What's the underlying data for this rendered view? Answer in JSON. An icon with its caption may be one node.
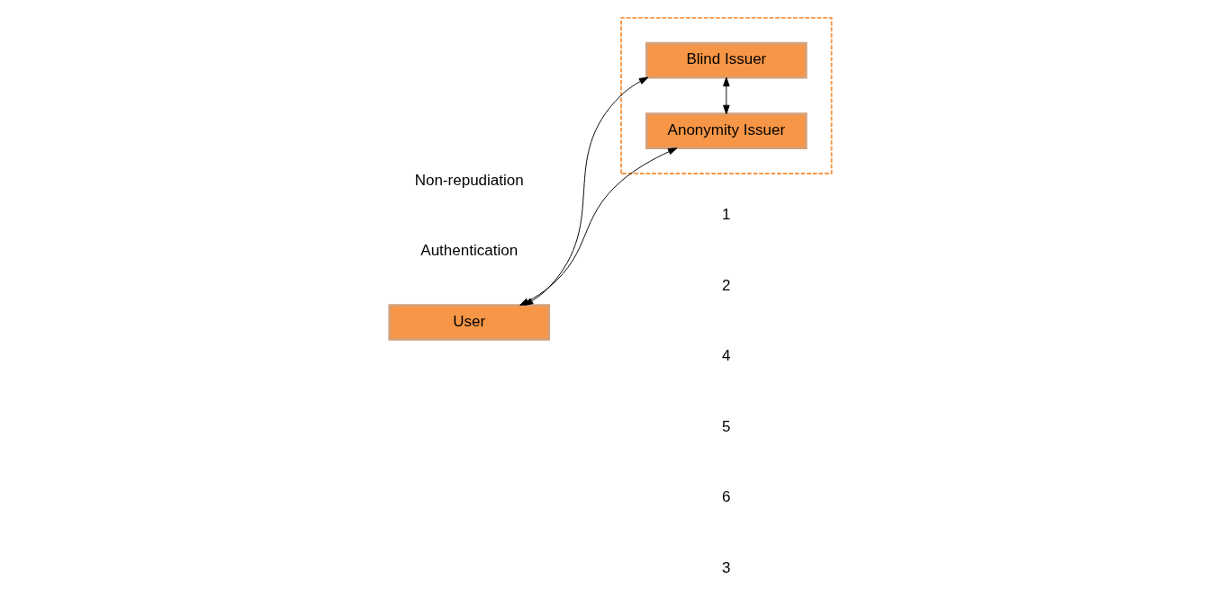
{
  "diagram": {
    "nodes": [
      {
        "text": [
          "User"
        ]
      },
      {
        "text": [],
        "shape": "box"
      },
      {
        "text": [
          "Blind Issuer"
        ],
        "in": 1
      },
      {
        "text": [
          "Anonymity Issuer"
        ],
        "in": 1
      }
    ],
    "edges": [
      {
        "from": 0,
        "to": 2,
        "arrow": "both"
      },
      {
        "from": 2,
        "to": 3,
        "arrow": "both"
      },
      {
        "from": 0,
        "to": 3,
        "arrow": "both"
      }
    ],
    "labels": [
      "Non-repudiation",
      "Authentication",
      "1",
      "2",
      "4",
      "5",
      "6",
      "3"
    ]
  }
}
